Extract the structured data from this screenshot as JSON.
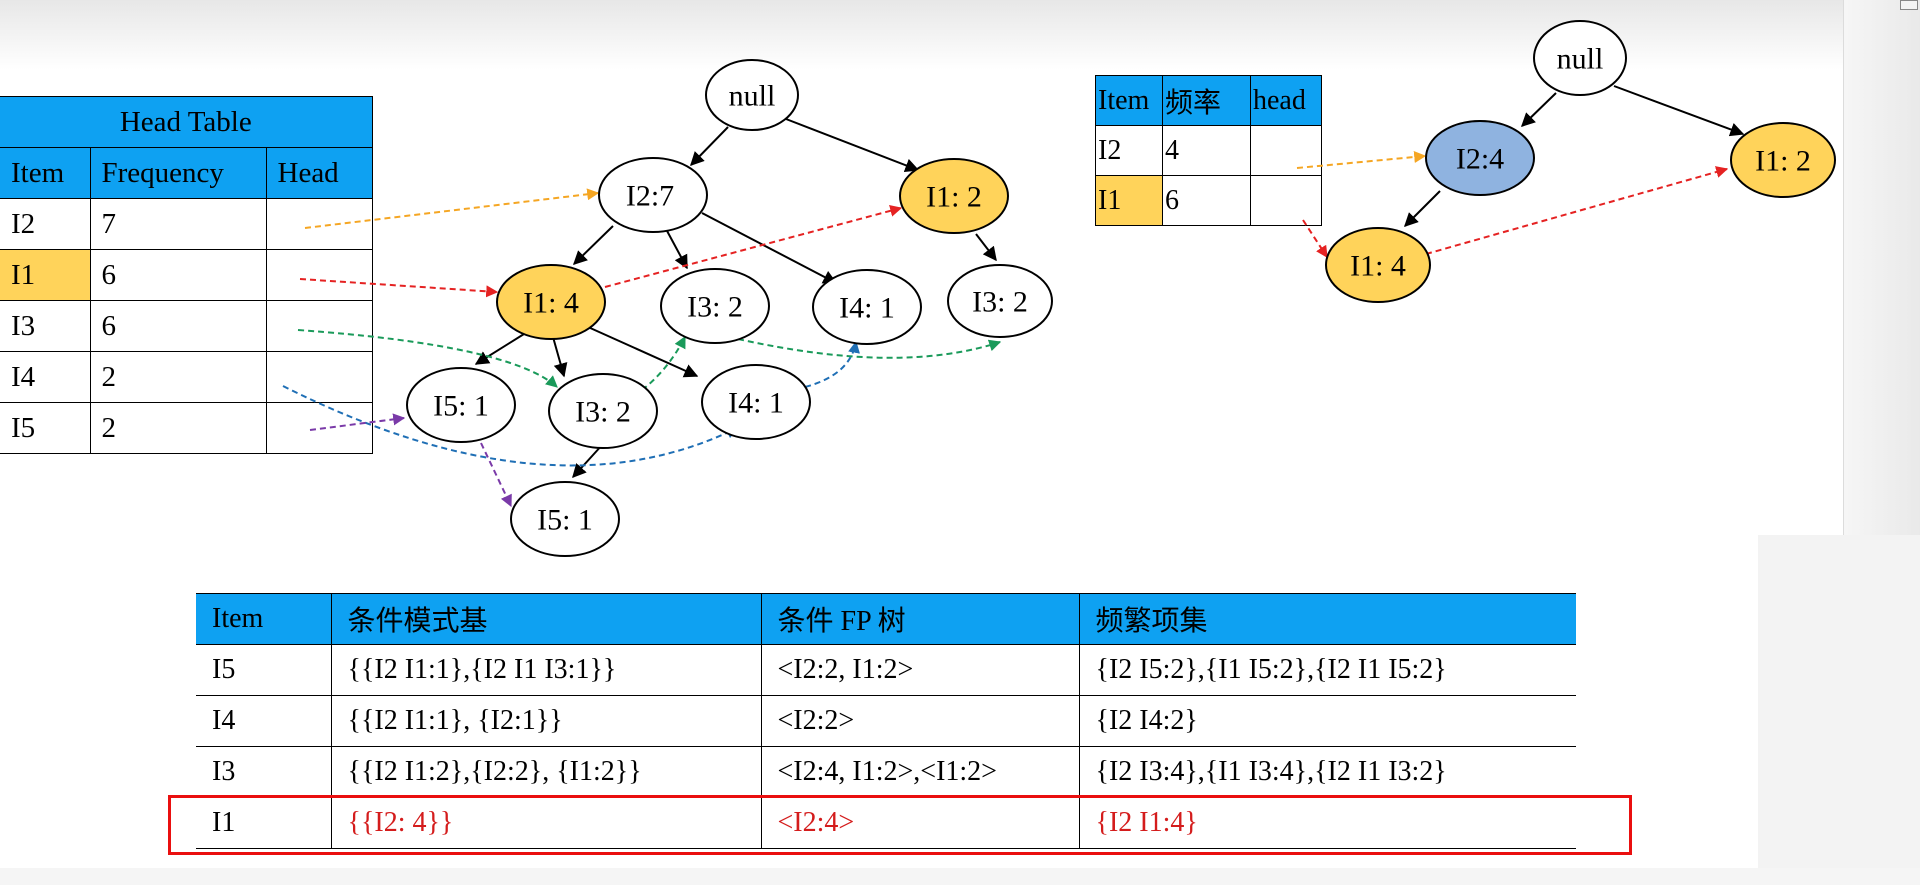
{
  "head_table": {
    "title": "Head Table",
    "headers": [
      "Item",
      "Frequency",
      "Head"
    ],
    "rows": [
      {
        "item": "I2",
        "frequency": "7",
        "highlight": false
      },
      {
        "item": "I1",
        "frequency": "6",
        "highlight": true
      },
      {
        "item": "I3",
        "frequency": "6",
        "highlight": false
      },
      {
        "item": "I4",
        "frequency": "2",
        "highlight": false
      },
      {
        "item": "I5",
        "frequency": "2",
        "highlight": false
      }
    ]
  },
  "left_tree": {
    "nodes": {
      "null": "null",
      "i2_7": "I2:7",
      "i1_2": "I1: 2",
      "i1_4": "I1: 4",
      "i3_2a": "I3: 2",
      "i4_1a": "I4: 1",
      "i3_2b": "I3: 2",
      "i5_1a": "I5: 1",
      "i3_2c": "I3: 2",
      "i4_1b": "I4: 1",
      "i5_1b": "I5: 1"
    }
  },
  "small_table": {
    "headers": [
      "Item",
      "频率",
      "head"
    ],
    "rows": [
      {
        "item": "I2",
        "frequency": "4",
        "highlight": false
      },
      {
        "item": "I1",
        "frequency": "6",
        "highlight": true
      }
    ]
  },
  "right_tree": {
    "nodes": {
      "null": "null",
      "i2_4": "I2:4",
      "i1_2": "I1: 2",
      "i1_4": "I1: 4"
    }
  },
  "result_table": {
    "headers": [
      "Item",
      "条件模式基",
      "条件 FP 树",
      "频繁项集"
    ],
    "rows": [
      {
        "item": "I5",
        "base": "{{I2 I1:1},{I2 I1 I3:1}}",
        "tree": "<I2:2, I1:2>",
        "itemsets": "{I2 I5:2},{I1 I5:2},{I2 I1 I5:2}"
      },
      {
        "item": "I4",
        "base": "{{I2 I1:1}, {I2:1}}",
        "tree": "<I2:2>",
        "itemsets": "{I2 I4:2}"
      },
      {
        "item": "I3",
        "base": "{{I2 I1:2},{I2:2}, {I1:2}}",
        "tree": "<I2:4, I1:2>,<I1:2>",
        "itemsets": "{I2 I3:4},{I1 I3:4},{I2 I1 I3:2}"
      },
      {
        "item": "I1",
        "base": "{{I2: 4}}",
        "tree": "<I2:4>",
        "itemsets": "{I2 I1:4}"
      }
    ]
  },
  "colors": {
    "header_blue": "#0ea1f2",
    "node_yellow": "#ffd35a",
    "node_blue": "#8fb3e0",
    "arrow_orange": "#f5a623",
    "arrow_red": "#e52222",
    "arrow_green": "#1a9a5a",
    "arrow_blue": "#1f6fb5",
    "arrow_purple": "#7a3aa8",
    "highlight_red": "#ea0f0f"
  }
}
